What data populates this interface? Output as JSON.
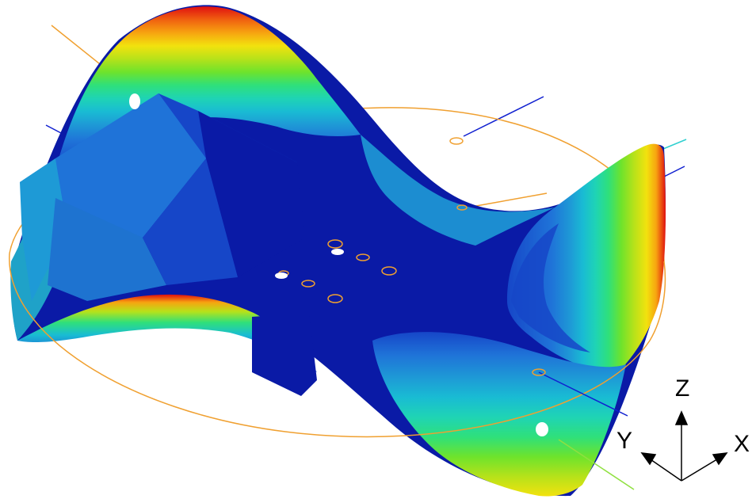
{
  "triad": {
    "z_label": "Z",
    "y_label": "Y",
    "x_label": "X"
  },
  "colors": {
    "background": "#ffffff",
    "contour_bands": [
      "#0a1aa6",
      "#1646c8",
      "#1f73d8",
      "#1e9ad6",
      "#19bcd3",
      "#1fd4b4",
      "#2fe07a",
      "#6ee32c",
      "#b6e21a",
      "#f2e20e",
      "#f7a410",
      "#f06010",
      "#e01010"
    ],
    "cylinder_outline": "#f0a030",
    "ray_blue": "#1020d0",
    "ray_orange": "#f0a030",
    "ray_green": "#90e040",
    "ray_cyan": "#30d0d0",
    "axis": "#000000"
  },
  "icons": [
    "triad-axes-icon"
  ]
}
